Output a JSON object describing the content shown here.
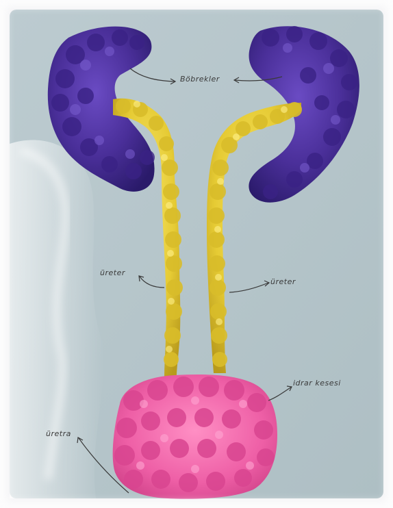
{
  "labels": {
    "kidneys": "Böbrekler",
    "ureter_left": "üreter",
    "ureter_right": "üreter",
    "bladder": "idrar kesesi",
    "urethra": "üretra"
  },
  "colors": {
    "background_board": "#b8c8cc",
    "kidney": "#4b2d97",
    "ureter": "#e8cf3c",
    "bladder": "#ee5fa6",
    "annotation_ink": "#3a3a3a"
  }
}
